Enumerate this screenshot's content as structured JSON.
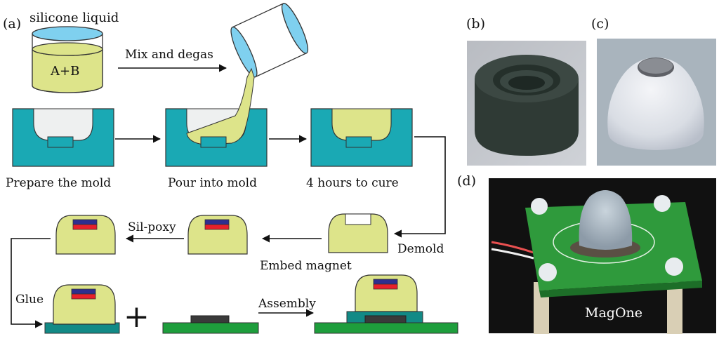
{
  "panels": {
    "a": "(a)",
    "b": "(b)",
    "c": "(c)",
    "d": "(d)"
  },
  "process": {
    "silicone_label": "silicone liquid",
    "mix_label": "A+B",
    "mix_step": "Mix and degas",
    "prepare_step": "Prepare the mold",
    "pour_step": "Pour into mold",
    "cure_step": "4 hours to cure",
    "demold_step": "Demold",
    "embed_step": "Embed magnet",
    "silpoxy_step": "Sil-poxy",
    "glue_step": "Glue",
    "plus_sign": "+",
    "assembly_step": "Assembly"
  },
  "photo_d": {
    "caption": "MagOne"
  },
  "colors": {
    "mold_teal": "#1aa9b4",
    "silicone_yellow": "#dde48a",
    "liquid_blue": "#7fd0ef",
    "magnet_blue": "#2e2e8f",
    "magnet_red": "#e8202a",
    "pcb_green": "#1e9e3c",
    "base_teal": "#128a86",
    "chip_dark": "#3a3a3a"
  }
}
